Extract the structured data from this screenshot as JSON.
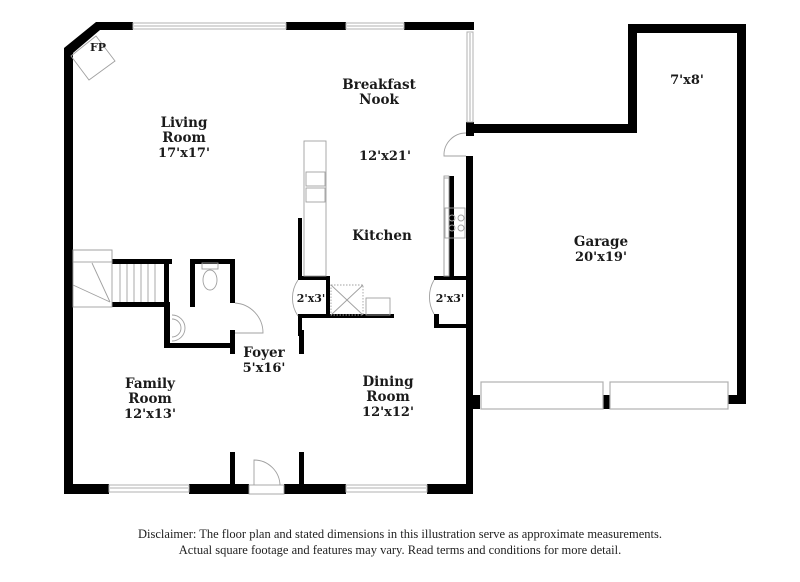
{
  "floor_plan": {
    "rooms": [
      {
        "id": "living-room",
        "name": "Living Room",
        "name_lines": [
          "Living",
          "Room"
        ],
        "dimensions": "17'x17'"
      },
      {
        "id": "breakfast-nook",
        "name": "Breakfast Nook",
        "name_lines": [
          "Breakfast",
          "Nook"
        ],
        "dimensions": "12'x21'"
      },
      {
        "id": "kitchen",
        "name": "Kitchen",
        "name_lines": [
          "Kitchen"
        ],
        "dimensions": ""
      },
      {
        "id": "closet-left",
        "name": "",
        "name_lines": [],
        "dimensions": "2'x3'"
      },
      {
        "id": "closet-right",
        "name": "",
        "name_lines": [],
        "dimensions": "2'x3'"
      },
      {
        "id": "foyer",
        "name": "Foyer",
        "name_lines": [
          "Foyer"
        ],
        "dimensions": "5'x16'"
      },
      {
        "id": "family-room",
        "name": "Family Room",
        "name_lines": [
          "Family",
          "Room"
        ],
        "dimensions": "12'x13'"
      },
      {
        "id": "dining-room",
        "name": "Dining Room",
        "name_lines": [
          "Dining",
          "Room"
        ],
        "dimensions": "12'x12'"
      },
      {
        "id": "garage",
        "name": "Garage",
        "name_lines": [
          "Garage"
        ],
        "dimensions": "20'x19'"
      },
      {
        "id": "storage",
        "name": "",
        "name_lines": [],
        "dimensions": "7'x8'"
      }
    ],
    "fireplace_label": "FP",
    "colors": {
      "wall": "#000000",
      "fixture": "#9a9a9a",
      "window": "#c8c8c8",
      "text": "#1a1a1a"
    }
  },
  "disclaimer": {
    "line1": "Disclaimer: The floor plan and stated dimensions in this illustration serve as approximate measurements.",
    "line2": "Actual square footage and features may vary. Read terms and conditions for more detail."
  }
}
